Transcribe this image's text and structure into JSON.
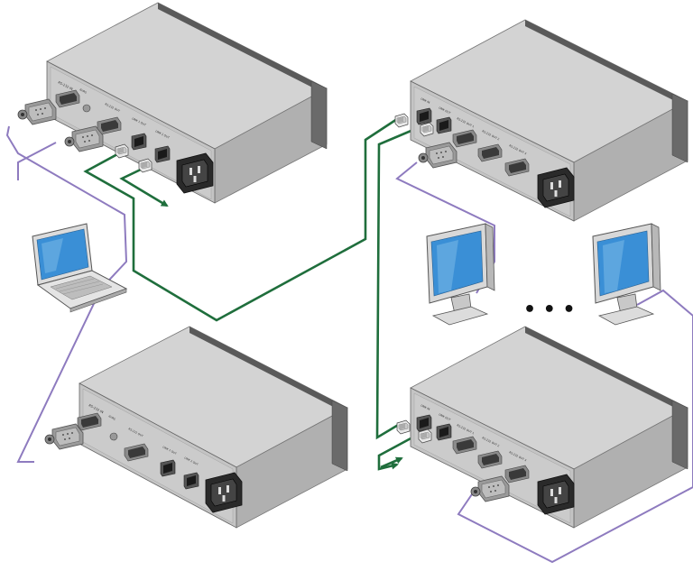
{
  "colors": {
    "background": "#ffffff",
    "chassis_top": "#d3d3d3",
    "chassis_side": "#b4b4b4",
    "chassis_front": "#c2c2c2",
    "front_bezel": "#5a5a5a",
    "network_cable": "#1f6e3c",
    "serial_cable": "#8e7bbf",
    "screen_blue": "#3a8fd6"
  },
  "devices": [
    {
      "id": "unit-top-left",
      "panel_labels": [
        "RS-232 IN",
        "ID/RS",
        "LINK 1 OUT",
        "LINK 2 OUT",
        "RS-232 OUT"
      ]
    },
    {
      "id": "unit-top-right",
      "panel_labels": [
        "LINK IN",
        "LINK OUT",
        "RS-232 OUT 1",
        "RS-232 OUT 2",
        "RS-232 OUT 3"
      ]
    },
    {
      "id": "unit-bottom-left",
      "panel_labels": [
        "RS-232 IN",
        "ID/RS",
        "LINK 1 OUT",
        "LINK 2 OUT",
        "RS-232 OUT"
      ]
    },
    {
      "id": "unit-bottom-right",
      "panel_labels": [
        "LINK IN",
        "LINK OUT",
        "RS-232 OUT 1",
        "RS-232 OUT 2",
        "RS-232 OUT 3"
      ]
    }
  ],
  "icons": [
    "laptop-icon",
    "monitor-icon",
    "ellipsis-icon",
    "db9-connector-icon",
    "rj45-plug-icon",
    "power-inlet-icon"
  ],
  "ellipsis": "• • •"
}
